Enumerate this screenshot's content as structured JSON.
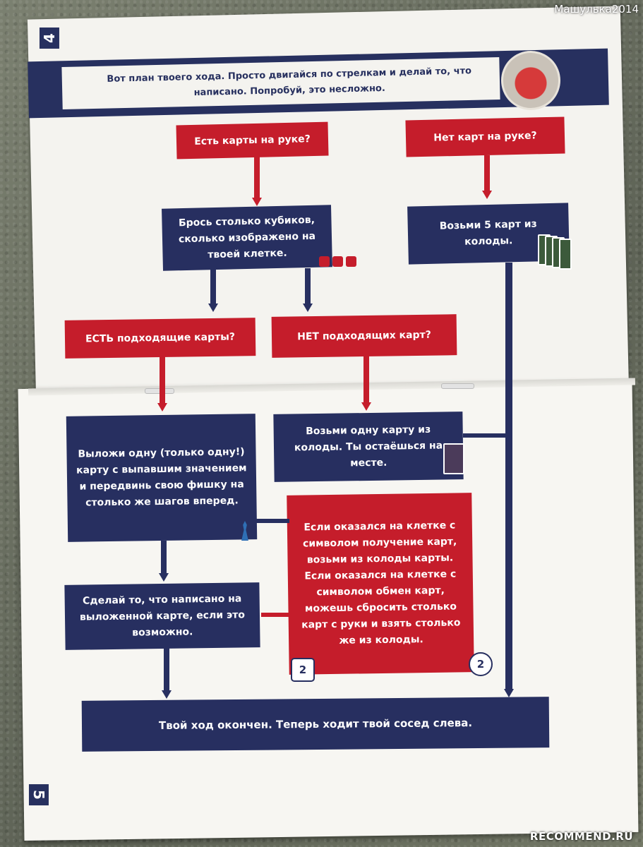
{
  "watermarks": {
    "top": "Машулька2014",
    "bottom": "RECOMMEND.RU"
  },
  "page_numbers": {
    "top": "4",
    "bottom": "5"
  },
  "header": {
    "text": "Вот план твоего хода. Просто двигайся по стрелкам и делай то, что написано. Попробуй, это несложно."
  },
  "boxes": {
    "has_cards": "Есть карты на руке?",
    "no_cards": "Нет карт на руке?",
    "roll_dice": "Брось столько кубиков, сколько изображено на твоей клетке.",
    "take_five": "Возьми 5 карт из колоды.",
    "has_match": "ЕСТЬ подходящие карты?",
    "no_match": "НЕТ подходящих карт?",
    "play_one": "Выложи одну (только одну!) карту с выпавшим значением и передвинь свою фишку на столько же шагов вперед.",
    "take_one": "Возьми одну карту из колоды. Ты остаёшься на месте.",
    "special_cell": "Если оказался на клетке с символом получение карт, возьми из колоды карты. Если оказался на клетке с символом обмен карт, можешь сбросить столько карт с руки и взять столько же из колоды.",
    "do_card": "Сделай то, что написано на выложенной карте, если это возможно.",
    "end_turn": "Твой ход окончен. Теперь ходит твой сосед слева."
  },
  "symbols": {
    "take_cards": "2",
    "swap_cards": "2"
  },
  "colors": {
    "red": "#c51d2b",
    "navy": "#272f60",
    "paper": "#f4f3ef"
  }
}
